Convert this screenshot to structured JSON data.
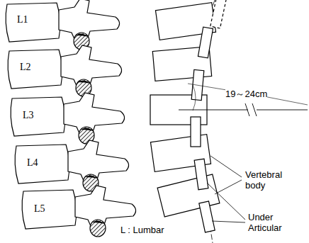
{
  "diagram": {
    "nodes": [
      {
        "text": [
          "L1"
        ]
      },
      {
        "text": [
          "L2"
        ]
      },
      {
        "text": [
          "L3"
        ]
      },
      {
        "text": [
          "L4"
        ]
      },
      {
        "text": [
          "L5"
        ]
      }
    ],
    "labels": [
      "L : Lumbar",
      "19～24cm",
      "Vertebral body",
      "Under Articular"
    ]
  }
}
